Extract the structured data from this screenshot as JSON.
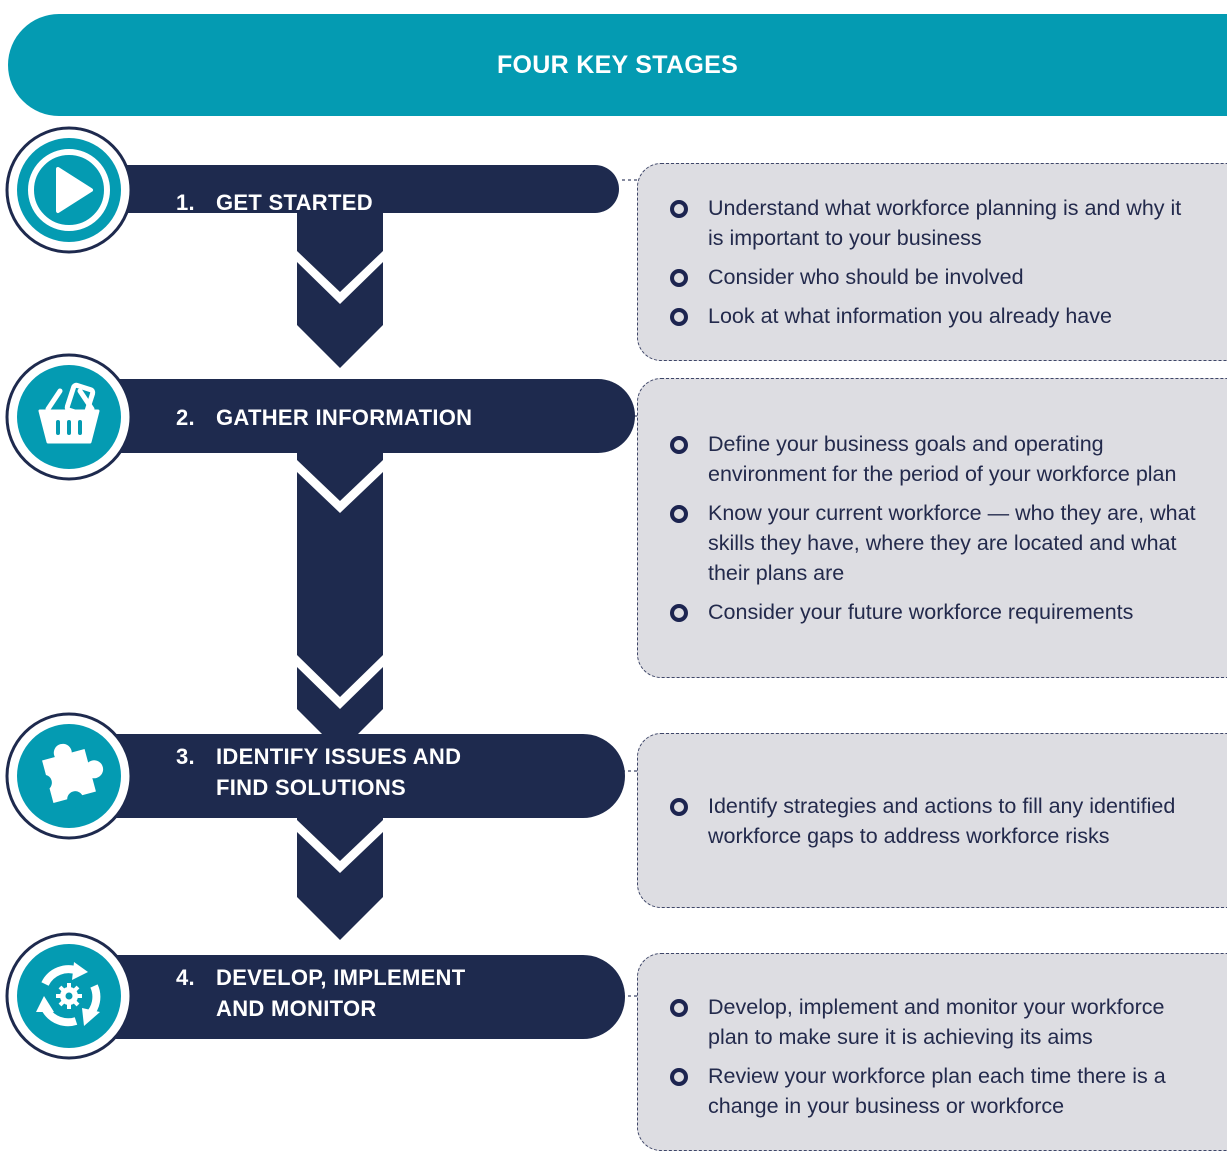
{
  "title": "FOUR KEY STAGES",
  "stages": [
    {
      "number": "1.",
      "title_lines": [
        "GET STARTED",
        ""
      ],
      "icon": "play-icon",
      "bullets": [
        "Understand what workforce planning is and why it is important to your business",
        "Consider who should be involved",
        "Look at what information you already have"
      ]
    },
    {
      "number": "2.",
      "title_lines": [
        "GATHER INFORMATION",
        ""
      ],
      "icon": "basket-icon",
      "bullets": [
        "Define your business goals and operating environment for the period of your workforce plan",
        "Know your current workforce — who they are, what skills they have, where they are located and what their plans are",
        "Consider your future workforce requirements"
      ]
    },
    {
      "number": "3.",
      "title_lines": [
        "IDENTIFY ISSUES AND",
        "FIND SOLUTIONS"
      ],
      "icon": "puzzle-icon",
      "bullets": [
        "Identify strategies and actions to fill any identified workforce gaps to address workforce risks"
      ]
    },
    {
      "number": "4.",
      "title_lines": [
        "DEVELOP, IMPLEMENT",
        "AND MONITOR"
      ],
      "icon": "cycle-gear-icon",
      "bullets": [
        "Develop, implement and monitor your workforce plan to make sure it is achieving its aims",
        "Review your workforce plan each time there is a change in your business or workforce"
      ]
    }
  ],
  "colors": {
    "teal": "#049bb2",
    "navy": "#1e2a4e",
    "panel": "#dddde2"
  }
}
